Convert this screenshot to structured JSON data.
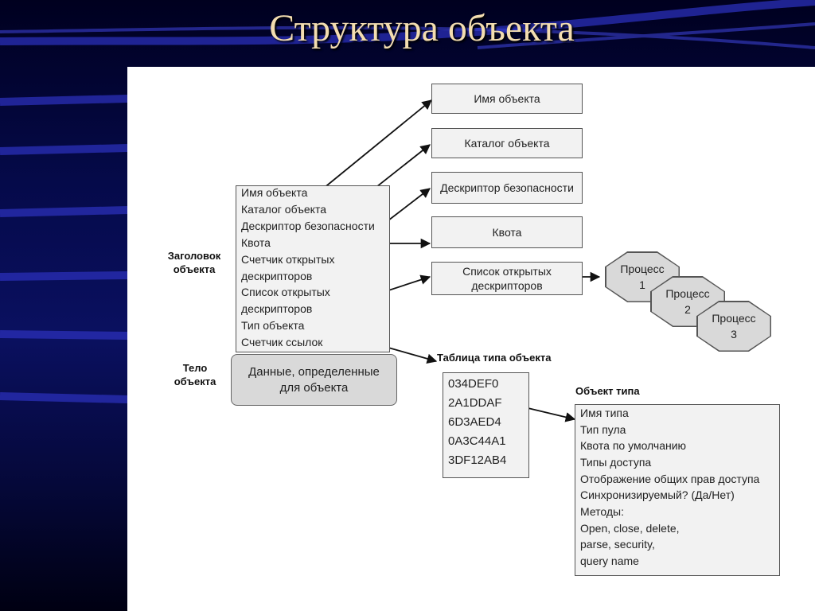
{
  "title": "Структура объекта",
  "header_label": "Заголовок объекта",
  "body_label": "Тело объекта",
  "header_fields": [
    "Имя объекта",
    "Каталог объекта",
    "Дескриптор безопасности",
    "Квота",
    "Счетчик открытых",
    "дескрипторов",
    "Список открытых",
    "дескрипторов",
    "Тип объекта",
    "Счетчик ссылок"
  ],
  "body_box": {
    "line1": "Данные, определенные",
    "line2": "для объекта"
  },
  "target_boxes": {
    "name": "Имя объекта",
    "catalog": "Каталог объекта",
    "descriptor": "Дескриптор безопасности",
    "quota": "Квота",
    "handles_line1": "Список открытых",
    "handles_line2": "дескрипторов"
  },
  "processes": [
    {
      "label": "Процесс",
      "num": "1"
    },
    {
      "label": "Процесс",
      "num": "2"
    },
    {
      "label": "Процесс",
      "num": "3"
    }
  ],
  "type_table_label": "Таблица типа объекта",
  "type_table": [
    "034DEF0",
    "2A1DDAF",
    "6D3AED4",
    "0A3C44A1",
    "3DF12AB4"
  ],
  "type_object_label": "Объект типа",
  "type_object_fields": [
    "Имя типа",
    "Тип пула",
    "Квота по умолчанию",
    "Типы доступа",
    "Отображение общих прав доступа",
    "Синхронизируемый? (Да/Нет)",
    "Методы:",
    "Open, close, delete,",
    "parse, security,",
    "query name"
  ],
  "colors": {
    "panel": "#ffffff",
    "box_fill": "#f2f2f2",
    "process_fill": "#d9d9d9",
    "title_text": "#f3ddb0",
    "stripe": "#2a2fb8"
  }
}
